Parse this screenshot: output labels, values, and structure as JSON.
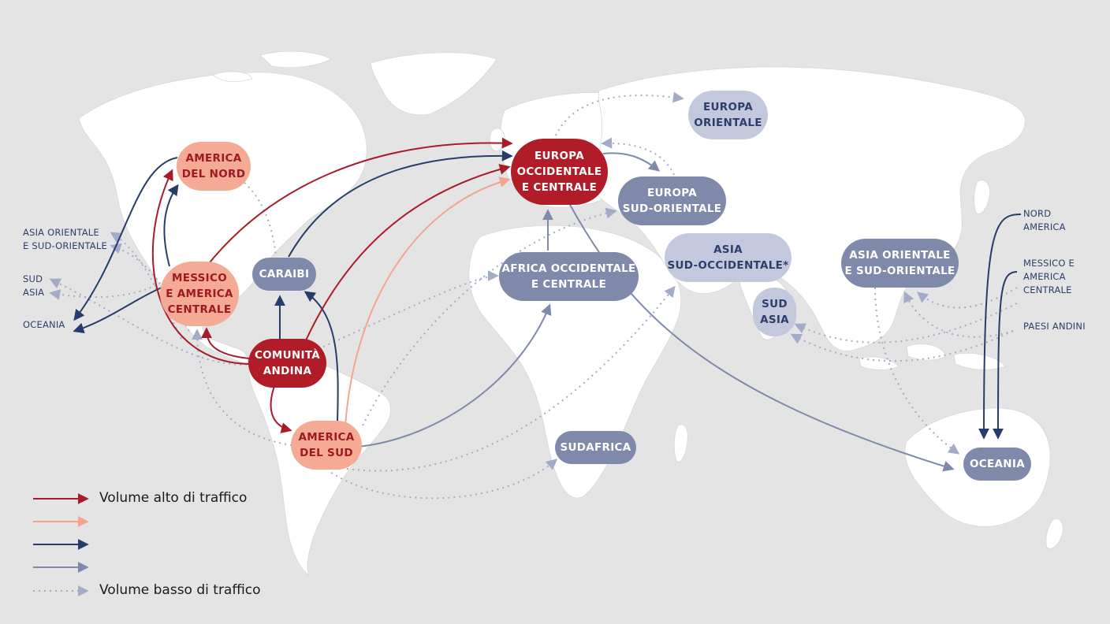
{
  "colors": {
    "high": "#a81c2a",
    "medium_high": "#f3a48e",
    "medium": "#263d6a",
    "medium_low": "#7f89aa",
    "low": "#a4abc9",
    "background": "#e4e4e4",
    "land": "#ffffff"
  },
  "nodes": {
    "europa_occidentale": "EUROPA\nOCCIDENTALE\nE CENTRALE",
    "comunita_andina": "COMUNITÀ\nANDINA",
    "america_nord": "AMERICA\nDEL NORD",
    "messico": "MESSICO\nE AMERICA\nCENTRALE",
    "america_sud": "AMERICA\nDEL SUD",
    "caraibi": "CARAIBI",
    "africa_occ": "AFRICA OCCIDENTALE\nE CENTRALE",
    "europa_sud": "EUROPA\nSUD-ORIENTALE",
    "sudafrica": "SUDAFRICA",
    "asia_orientale": "ASIA ORIENTALE\nE SUD-ORIENTALE",
    "oceania": "OCEANIA",
    "europa_orientale": "EUROPA\nORIENTALE",
    "asia_sud_occ": "ASIA\nSUD-OCCIDENTALE*",
    "sud_asia": "SUD\nASIA"
  },
  "side_labels": {
    "left_asia": "ASIA ORIENTALE\nE SUD-ORIENTALE",
    "left_sud_asia": "SUD\nASIA",
    "left_oceania": "OCEANIA",
    "right_nord_america": "NORD\nAMERICA",
    "right_messico": "MESSICO E\nAMERICA\nCENTRALE",
    "right_paesi_andini": "PAESI ANDINI"
  },
  "legend": {
    "high": "Volume alto di traffico",
    "low": "Volume basso di traffico"
  }
}
